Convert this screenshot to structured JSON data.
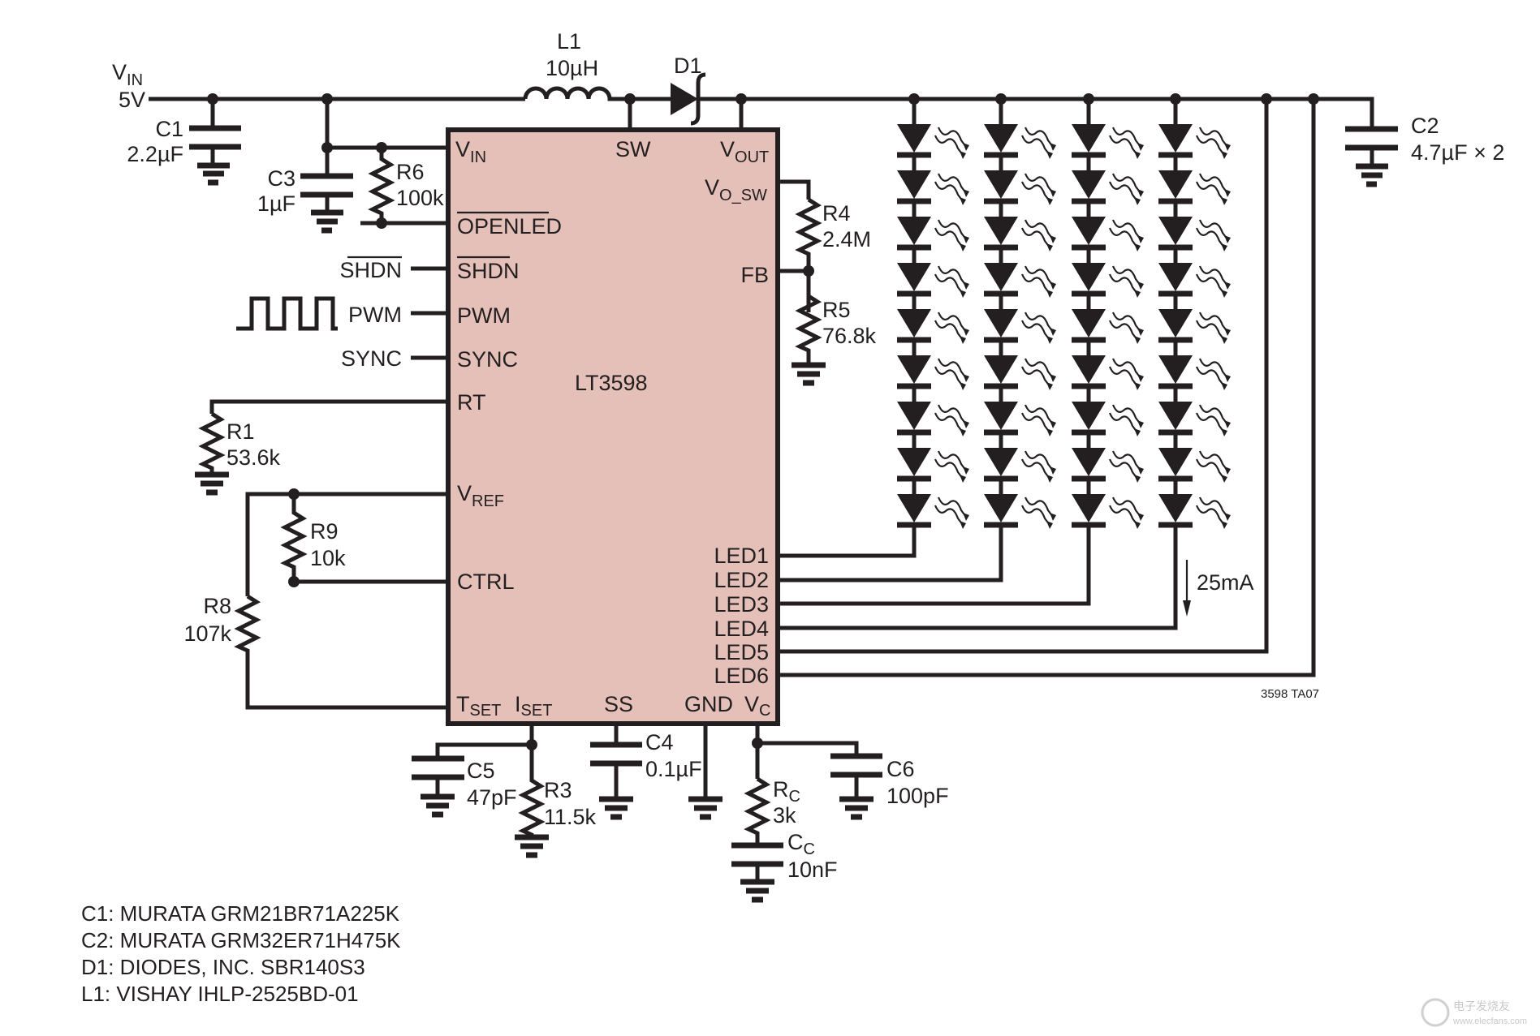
{
  "title": "LT3598 6-string LED driver application circuit",
  "colors": {
    "ic_fill": "#e4c0b9",
    "ink": "#231f20"
  },
  "ic": {
    "name": "LT3598",
    "pins_left": [
      {
        "id": "vin",
        "label": "V",
        "sub": "IN"
      },
      {
        "id": "openled",
        "label": "OPENLED",
        "overbar": true
      },
      {
        "id": "shdn",
        "label": "SHDN",
        "overbar": true
      },
      {
        "id": "pwm",
        "label": "PWM"
      },
      {
        "id": "sync",
        "label": "SYNC"
      },
      {
        "id": "rt",
        "label": "RT"
      },
      {
        "id": "vref",
        "label": "V",
        "sub": "REF"
      },
      {
        "id": "ctrl",
        "label": "CTRL"
      }
    ],
    "pins_top": [
      {
        "id": "sw",
        "label": "SW"
      },
      {
        "id": "vout",
        "label": "V",
        "sub": "OUT"
      }
    ],
    "pins_right": [
      {
        "id": "vosw",
        "label": "V",
        "sub": "O_SW"
      },
      {
        "id": "fb",
        "label": "FB"
      },
      {
        "id": "led1",
        "label": "LED1"
      },
      {
        "id": "led2",
        "label": "LED2"
      },
      {
        "id": "led3",
        "label": "LED3"
      },
      {
        "id": "led4",
        "label": "LED4"
      },
      {
        "id": "led5",
        "label": "LED5"
      },
      {
        "id": "led6",
        "label": "LED6"
      }
    ],
    "pins_bottom": [
      {
        "id": "tset",
        "label": "T",
        "sub": "SET"
      },
      {
        "id": "iset",
        "label": "I",
        "sub": "SET"
      },
      {
        "id": "ss",
        "label": "SS"
      },
      {
        "id": "gnd",
        "label": "GND"
      },
      {
        "id": "vc",
        "label": "V",
        "sub": "C"
      }
    ]
  },
  "input": {
    "label": "V",
    "sub": "IN",
    "value": "5V"
  },
  "external_signals": {
    "shdn": "SHDN",
    "pwm": "PWM",
    "sync": "SYNC"
  },
  "components": {
    "L1": {
      "ref": "L1",
      "value": "10µH"
    },
    "D1": {
      "ref": "D1"
    },
    "C1": {
      "ref": "C1",
      "value": "2.2µF"
    },
    "C2": {
      "ref": "C2",
      "value": "4.7µF × 2"
    },
    "C3": {
      "ref": "C3",
      "value": "1µF"
    },
    "C4": {
      "ref": "C4",
      "value": "0.1µF"
    },
    "C5": {
      "ref": "C5",
      "value": "47pF"
    },
    "C6": {
      "ref": "C6",
      "value": "100pF"
    },
    "CC": {
      "ref": "C",
      "sub": "C",
      "value": "10nF"
    },
    "R1": {
      "ref": "R1",
      "value": "53.6k"
    },
    "R3": {
      "ref": "R3",
      "value": "11.5k"
    },
    "R4": {
      "ref": "R4",
      "value": "2.4M"
    },
    "R5": {
      "ref": "R5",
      "value": "76.8k"
    },
    "R6": {
      "ref": "R6",
      "value": "100k"
    },
    "R8": {
      "ref": "R8",
      "value": "107k"
    },
    "R9": {
      "ref": "R9",
      "value": "10k"
    },
    "RC": {
      "ref": "R",
      "sub": "C",
      "value": "3k"
    }
  },
  "led_array": {
    "strings_drawn": 4,
    "leds_per_string": 9,
    "string_current": "25mA"
  },
  "figure_id": "3598 TA07",
  "bom_notes": [
    "C1: MURATA GRM21BR71A225K",
    "C2: MURATA GRM32ER71H475K",
    "D1: DIODES, INC. SBR140S3",
    "L1: VISHAY IHLP-2525BD-01"
  ],
  "watermark": {
    "cn": "电子发烧友",
    "url": "www.elecfans.com"
  }
}
